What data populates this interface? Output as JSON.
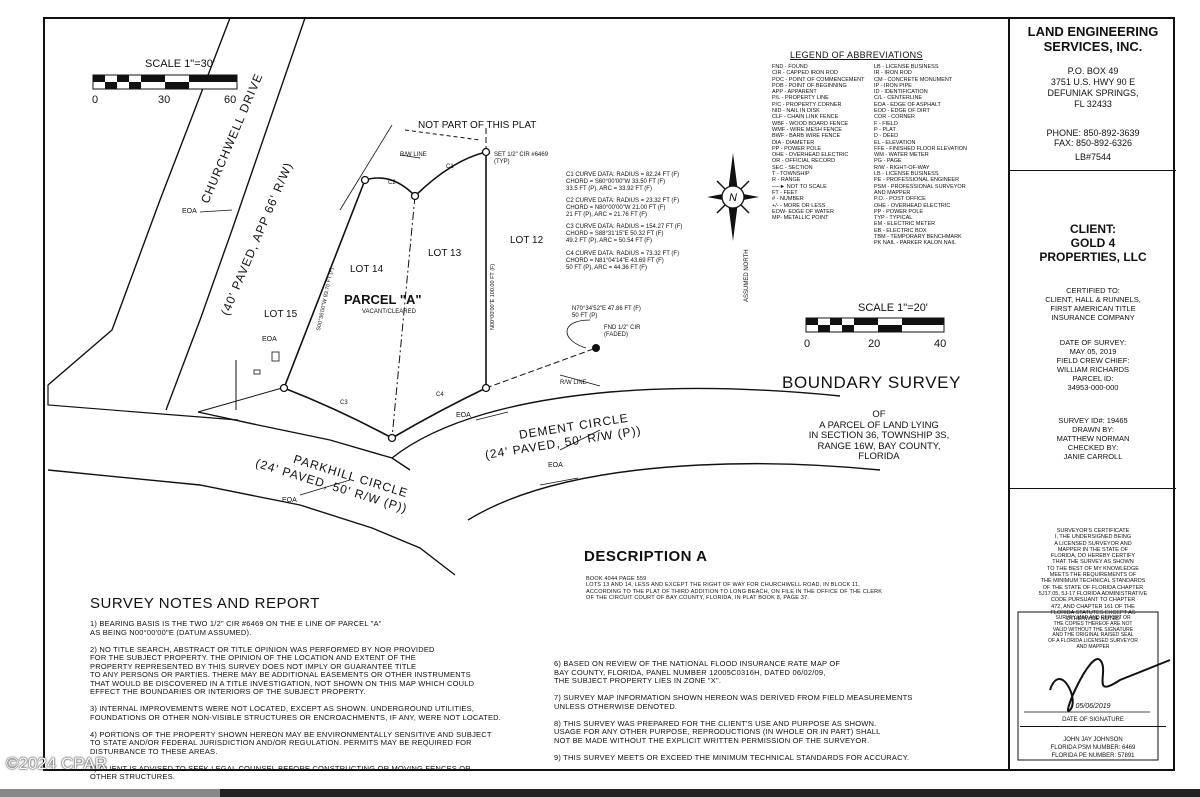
{
  "scale_main": {
    "label": "SCALE  1\"=30'",
    "ticks": [
      "0",
      "30",
      "60"
    ]
  },
  "scale_second": {
    "label": "SCALE  1\"=20'",
    "ticks": [
      "0",
      "20",
      "40"
    ]
  },
  "map_labels": {
    "not_part": "NOT PART OF THIS PLAT",
    "church_street_1": "CHURCHWELL DRIVE",
    "church_street_2": "(40' PAVED, APP 66' R/W)",
    "parkhill_1": "PARKHILL CIRCLE",
    "parkhill_2": "(24' PAVED, 50' R/W (P))",
    "dement_1": "DEMENT CIRCLE",
    "dement_2": "(24' PAVED, 50' R/W (P))",
    "parcel": "PARCEL \"A\"",
    "parcel_sub": "VACANT/CLEARED",
    "lot12": "LOT 12",
    "lot13": "LOT 13",
    "lot14": "LOT 14",
    "lot15": "LOT 15",
    "eoa": "EOA",
    "rw_line": "R/W LINE",
    "set_cir_1": "SET 1/2\" CIR #6469",
    "set_cir_2": "(TYP)",
    "fnd_cir_1": "FND 1/2\" CIR",
    "fnd_cir_2": "(FADED)",
    "tie_1": "N70°34'52\"E 47.86 FT (F)",
    "tie_2": "50 FT (P)",
    "north_label": "ASSUMED NORTH",
    "c1": "C1",
    "c2": "C2",
    "c3": "C3",
    "c4": "C4",
    "bearing_e": "N00°00'00\"E 100.00 FT (F)",
    "bearing_w": "S00°36'00\"W 93.70 FT (F)"
  },
  "curves": [
    "C1 CURVE DATA: RADIUS = 82.24 FT (F)\nCHORD = S60°00'00\"W 33.50 FT (F)\n33.5 FT (P), ARC = 33.92 FT (F)",
    "C2 CURVE DATA: RADIUS = 23.32 FT (F)\nCHORD = N80°00'00\"W 21.00 FT (F)\n21 FT (P), ARC = 21.76 FT (F)",
    "C3 CURVE DATA: RADIUS = 154.27 FT (F)\nCHORD = S88°31'15\"E 50.32 FT (F)\n49.2 FT (P), ARC = 50.54 FT (F)",
    "C4 CURVE DATA: RADIUS = 73.32 FT (F)\nCHORD = N81°04'14\"E 43.69 FT (F)\n50 FT (P), ARC = 44.36 FT (F)"
  ],
  "legend": {
    "title": "LEGEND OF ABBREVIATIONS",
    "col1": "FND - FOUND\nCIR - CAPPED IRON ROD\nPOC - POINT OF COMMENCEMENT\nPOB - POINT OF BEGINNING\nAPP - APPARENT\nP/L - PROPERTY LINE\nP/C - PROPERTY CORNER\nNID - NAIL IN DISK\nCLF - CHAIN LINK FENCE\nWBF - WOOD BOARD FENCE\nWMF - WIRE MESH FENCE\nBWF - BARB WIRE FENCE\nDIA - DIAMETER\nPP - POWER POLE\nOHE - OVERHEAD ELECTRIC\nOR - OFFICIAL RECORD\nSEC - SECTION\nT - TOWNSHIP\nR - RANGE\n──► NOT TO SCALE\nFT - FEET\n# - NUMBER\n+/- - MORE OR LESS\nEOW- EDGE OF WATER\nMP- METALLIC POINT",
    "col2": "LB - LICENSE BUSINESS\nIR - IRON ROD\nCM - CONCRETE MONUMENT\nIP - IRON PIPE\nID - IDENTIFICATION\nC/L - CENTERLINE\nEOA - EDGE OF ASPHALT\nEOD - EDGE OF DIRT\nCOR - CORNER\nF - FIELD\nP - PLAT\nD - DEED\nEL - ELEVATION\nFFE - FINISHED FLOOR ELEVATION\nWM - WATER METER\nPG - PAGE\nR/W - RIGHT-OF-WAY\nLB - LICENSE BUSINESS\nPE - PROFESSIONAL ENGINEER\nPSM - PROFESSIONAL SURVEYOR\nAND MAPPER\nP.O. - POST OFFICE\nOHE - OVERHEAD ELECTRIC\nPP - POWER POLE\nTYP - TYPICAL\nEM - ELECTRIC METER\nEB - ELECTRIC BOX\nTBM - TEMPORARY BENCHMARK\nPK NAIL - PARKER KALON NAIL"
  },
  "boundary": {
    "title": "BOUNDARY SURVEY",
    "sub": "OF\nA PARCEL OF LAND LYING\nIN SECTION 36, TOWNSHIP 3S,\nRANGE 16W, BAY COUNTY,\nFLORIDA"
  },
  "description": {
    "title": "DESCRIPTION A",
    "text": "BOOK 4044 PAGE 559\nLOTS 13 AND 14, LESS AND EXCEPT THE RIGHT OF WAY FOR CHURCHWELL ROAD, IN BLOCK 11,\nACCORDING TO THE PLAT OF THIRD ADDITION TO LONG BEACH, ON FILE IN THE OFFICE OF THE CLERK\nOF THE CIRCUIT COURT OF BAY COUNTY, FLORIDA, IN PLAT BOOK 8, PAGE 37."
  },
  "notes": {
    "title": "SURVEY NOTES AND REPORT",
    "left": "1) BEARING BASIS IS THE TWO 1/2\" CIR #6469 ON THE E LINE OF PARCEL \"A\"\nAS BEING N00°00'00\"E (DATUM ASSUMED).\n\n2) NO TITLE SEARCH, ABSTRACT OR TITLE OPINION WAS PERFORMED BY NOR PROVIDED\nFOR THE SUBJECT PROPERTY. THE OPINION OF THE LOCATION AND EXTENT OF THE\nPROPERTY REPRESENTED BY THIS SURVEY DOES NOT IMPLY OR GUARANTEE TITLE\nTO ANY PERSONS OR PARTIES. THERE MAY BE ADDITIONAL EASEMENTS OR OTHER INSTRUMENTS\nTHAT WOULD BE DISCOVERED IN A TITLE INVESTIGATION, NOT SHOWN ON THIS MAP WHICH COULD\nEFFECT THE BOUNDARIES OR INTERIORS OF THE SUBJECT PROPERTY.\n\n3) INTERNAL IMPROVEMENTS WERE NOT LOCATED, EXCEPT AS SHOWN. UNDERGROUND UTILITIES,\nFOUNDATIONS OR OTHER NON-VISIBLE STRUCTURES OR ENCROACHMENTS, IF ANY, WERE NOT LOCATED.\n\n4) PORTIONS OF THE PROPERTY SHOWN HEREON MAY BE ENVIRONMENTALLY SENSITIVE AND SUBJECT\nTO STATE AND/OR FEDERAL JURISDICTION AND/OR REGULATION. PERMITS MAY BE REQUIRED FOR\nDISTURBANCE TO THESE AREAS.\n\n5) CLIENT IS ADVISED TO SEEK LEGAL COUNSEL BEFORE CONSTRUCTING OR MOVING FENCES OR\nOTHER STRUCTURES.",
    "right": "6) BASED ON REVIEW OF THE NATIONAL FLOOD INSURANCE RATE MAP OF\nBAY COUNTY, FLORIDA, PANEL NUMBER 12005C0316H, DATED 06/02/09,\nTHE SUBJECT PROPERTY LIES IN ZONE \"X\".\n\n7) SURVEY MAP INFORMATION SHOWN HEREON WAS DERIVED FROM FIELD MEASUREMENTS\nUNLESS OTHERWISE DENOTED.\n\n8) THIS SURVEY WAS PREPARED FOR THE CLIENT'S USE AND PURPOSE AS SHOWN.\nUSAGE FOR ANY OTHER PURPOSE, REPRODUCTIONS (IN WHOLE OR IN PART) SHALL\nNOT BE MADE WITHOUT THE EXPLICIT WRITTEN PERMISSION OF THE SURVEYOR.\n\n9) THIS SURVEY MEETS OR EXCEED THE MINIMUM TECHNICAL STANDARDS FOR ACCURACY."
  },
  "title_block": {
    "firm": "LAND ENGINEERING\nSERVICES, INC.",
    "address": "P.O. BOX 49\n3751 U.S. HWY 90 E\nDEFUNIAK SPRINGS,\nFL 32433",
    "contact": "PHONE: 850-892-3639\nFAX: 850-892-6326",
    "lb": "LB#7544",
    "client": "CLIENT:\nGOLD 4\nPROPERTIES, LLC",
    "certified": "CERTIFIED TO:\nCLIENT, HALL & RUNNELS,\nFIRST AMERICAN TITLE\nINSURANCE COMPANY",
    "date": "DATE OF SURVEY:\nMAY 05, 2019\nFIELD CREW CHIEF:\nWILLIAM RICHARDS\nPARCEL ID:\n34953-000-000",
    "survey": "SURVEY ID#: 19465\nDRAWN BY:\nMATTHEW NORMAN\nCHECKED BY:\nJANIE CARROLL",
    "surveyor_cert": "SURVEYOR'S CERTIFICATE\nI, THE UNDERSIGNED BEING\nA LICENSED SURVEYOR AND\nMAPPER IN THE STATE OF\nFLORIDA, DO HEREBY CERTIFY\nTHAT THE SURVEY AS SHOWN\nTO THE BEST OF MY KNOWLEDGE\nMEETS THE REQUIREMENTS OF\nTHE MINIMUM TECHNICAL STANDARDS\nOF THE STATE OF FLORIDA CHAPTER\n5J17.05, 5J-17 FLORIDA ADMINISTRATIVE\nCODE PURSUANT TO CHAPTER\n472, AND CHAPTER 161 OF THE\nFLORIDA STATUTES EXCEPT AS\nOTHERWISE NOTED",
    "seal_note": "SURVEY MAP AND REPORT OR\nTHE COPIES THEREOF ARE NOT\nVALID WITHOUT THE SIGNATURE\nAND THE ORIGINAL RAISED SEAL\nOF A FLORIDA LICENSED SURVEYOR\nAND MAPPER",
    "date_sig_value": "05/06/2019",
    "date_sig": "DATE OF SIGNATURE",
    "signer": "JOHN JAY JOHNSON\nFLORIDA PSM NUMBER: 6469\nFLORIDA PE NUMBER: 57891"
  },
  "watermark": "©2024 CPAR"
}
